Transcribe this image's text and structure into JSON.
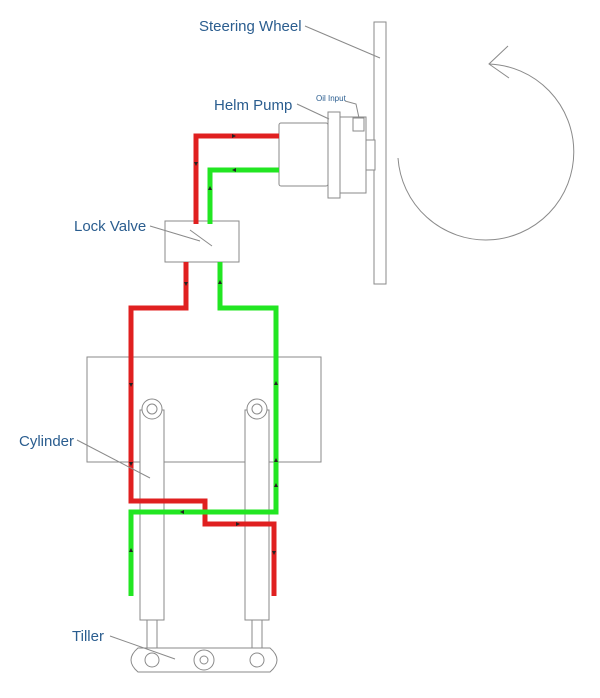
{
  "labels": {
    "steering_wheel": "Steering Wheel",
    "helm_pump": "Helm Pump",
    "oil_input": "Oil Input",
    "lock_valve": "Lock Valve",
    "cylinder": "Cylinder",
    "tiller": "Tiller"
  },
  "colors": {
    "pressure_line": "#e02020",
    "return_line": "#22e622",
    "label_text": "#2a5d8f",
    "outline": "#8a8a8a"
  },
  "icons": {
    "rotation": "counterclockwise-rotation-arrow-icon",
    "flow": "flow-direction-arrow-icon"
  }
}
